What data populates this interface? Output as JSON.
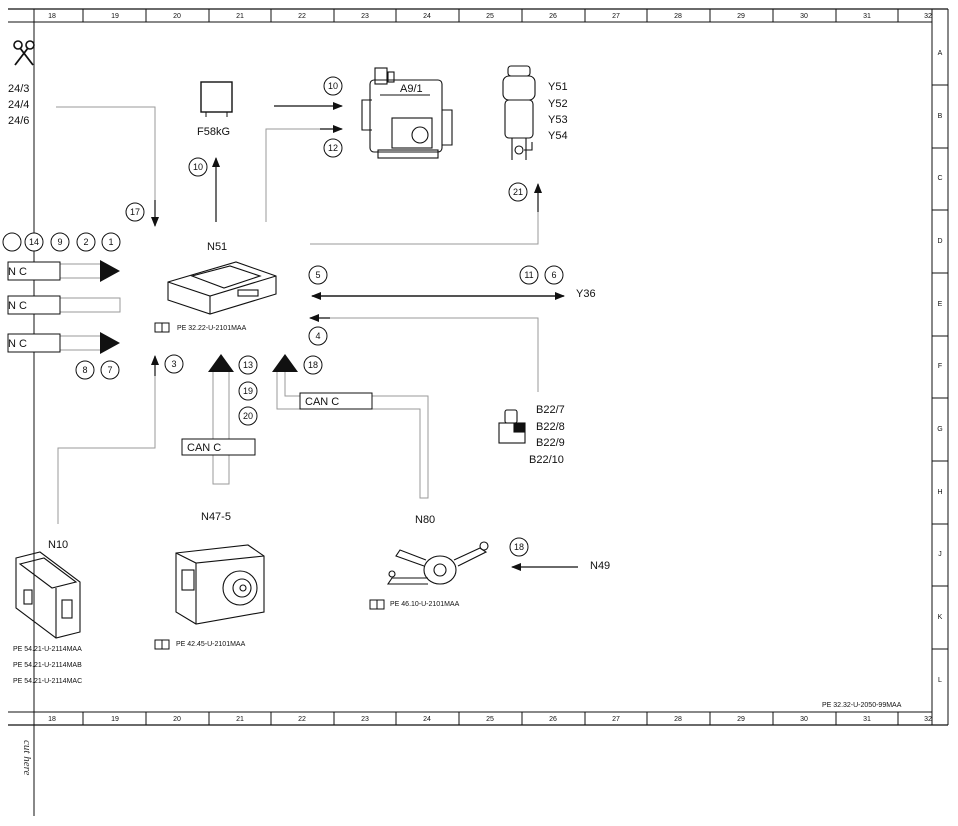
{
  "grid": {
    "columns": [
      "18",
      "19",
      "20",
      "21",
      "22",
      "23",
      "24",
      "25",
      "26",
      "27",
      "28",
      "29",
      "30",
      "31",
      "32"
    ],
    "rows": [
      "A",
      "B",
      "C",
      "D",
      "E",
      "F",
      "G",
      "H",
      "J",
      "K",
      "L"
    ]
  },
  "left_edge": {
    "refs": [
      "24/3",
      "24/4",
      "24/6"
    ],
    "can_labels": [
      "N C",
      "N C",
      "N C"
    ]
  },
  "components": {
    "F58kG": "F58kG",
    "A9_1": "A9/1",
    "Y5x": [
      "Y51",
      "Y52",
      "Y53",
      "Y54"
    ],
    "N51": "N51",
    "Y36": "Y36",
    "B22x": [
      "B22/7",
      "B22/8",
      "B22/9",
      "B22/10"
    ],
    "N47_5": "N47-5",
    "N80": "N80",
    "N49": "N49",
    "N10": "N10"
  },
  "can_boxes": [
    "CAN C",
    "CAN C"
  ],
  "circles": {
    "c10a": "10",
    "c12": "12",
    "c10b": "10",
    "c17": "17",
    "c21": "21",
    "c14": "14",
    "c9": "9",
    "c2": "2",
    "c1": "1",
    "c5": "5",
    "c11": "11",
    "c6": "6",
    "c4": "4",
    "c8": "8",
    "c7": "7",
    "c3": "3",
    "c13": "13",
    "c19": "19",
    "c20": "20",
    "c18a": "18",
    "c18b": "18"
  },
  "refs": {
    "n51": "PE 32.22-U-2101MAA",
    "n47": "PE 42.45-U-2101MAA",
    "n80": "PE 46.10-U-2101MAA",
    "n10": [
      "PE 54.21-U-2114MAA",
      "PE 54.21-U-2114MAB",
      "PE 54.21-U-2114MAC"
    ],
    "page": "PE 32.32-U-2050-99MAA"
  },
  "cut_text": "cut here"
}
